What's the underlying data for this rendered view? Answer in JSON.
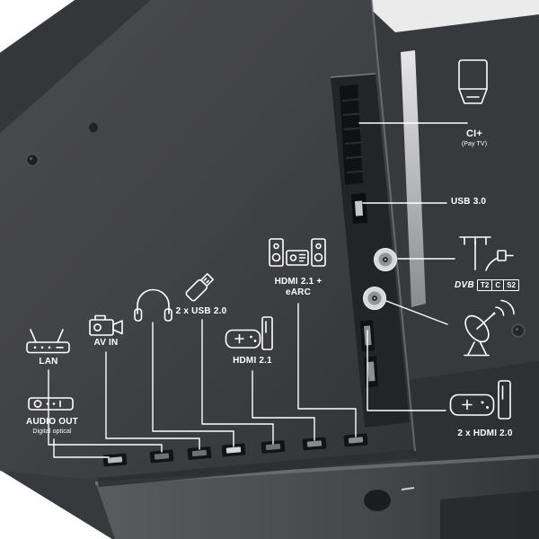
{
  "right": {
    "ci": {
      "label": "CI+",
      "sub": "(Pay TV)"
    },
    "usb3": {
      "label": "USB 3.0"
    },
    "dvb": {
      "prefix": "DVB",
      "parts": [
        "T2",
        "C",
        "S2"
      ]
    },
    "hdmi20": {
      "label": "2 x HDMI 2.0"
    }
  },
  "bottom": {
    "audio_out": {
      "label": "AUDIO OUT",
      "sub": "Digital optical"
    },
    "lan": {
      "label": "LAN"
    },
    "av_in": {
      "label": "AV IN"
    },
    "usb2": {
      "label": "2 x USB 2.0"
    },
    "hdmi21": {
      "label": "HDMI 2.1"
    },
    "earc": {
      "line1": "HDMI 2.1 +",
      "line2": "eARC"
    }
  },
  "colors": {
    "line": "#ffffff",
    "tv_body": "#424346",
    "panel": "#232428",
    "background": "#ffffff"
  }
}
